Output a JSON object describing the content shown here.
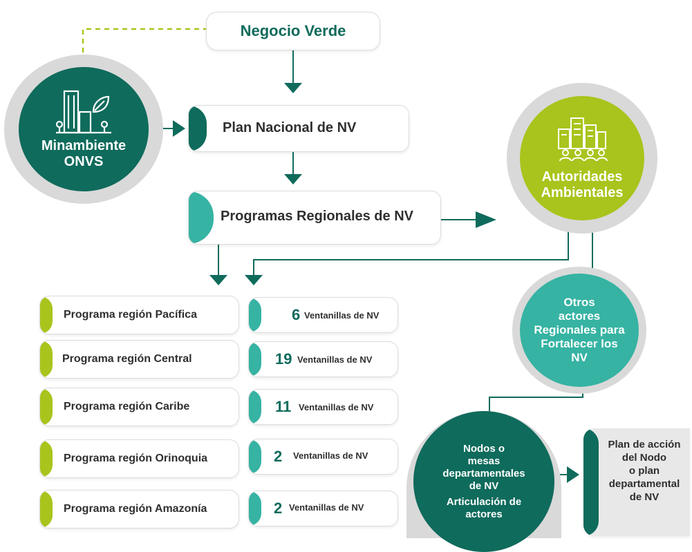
{
  "colors": {
    "dark_teal": "#0f6b5c",
    "mid_teal": "#36b3a3",
    "lime": "#a9c41c",
    "gray_ring": "#d9d9d9",
    "dashed": "#a9c41c"
  },
  "top": {
    "title": "Negocio Verde"
  },
  "minambiente": {
    "line1": "Minambiente",
    "line2": "ONVS",
    "icon": "building-leaf-icon"
  },
  "plan_nacional": {
    "label": "Plan Nacional de NV"
  },
  "programas_regionales": {
    "label": "Programas Regionales de NV"
  },
  "autoridades": {
    "line1": "Autoridades",
    "line2": "Ambientales",
    "icon": "city-people-icon"
  },
  "otros": {
    "line1": "Otros",
    "line2": "actores",
    "line3": "Regionales para",
    "line4": "Fortalecer los",
    "line5": "NV"
  },
  "nodos": {
    "line1": "Nodos o",
    "line2": "mesas",
    "line3": "departamentales",
    "line4": "de NV",
    "line5": "Articulación de",
    "line6": "actores"
  },
  "plan_accion": {
    "line1": "Plan de acción",
    "line2": "del Nodo",
    "line3": "o plan",
    "line4": "departamental",
    "line5": "de NV"
  },
  "regions": [
    {
      "program": "Programa región Pacífica",
      "count": "6",
      "ventanillas": "Ventanillas de NV"
    },
    {
      "program": "Programa región Central",
      "count": "19",
      "ventanillas": "Ventanillas de NV"
    },
    {
      "program": "Programa región Caribe",
      "count": "11",
      "ventanillas": "Ventanillas de NV"
    },
    {
      "program": "Programa región Orinoquia",
      "count": "2",
      "ventanillas": "Ventanillas de NV"
    },
    {
      "program": "Programa región Amazonía",
      "count": "2",
      "ventanillas": "Ventanillas de NV"
    }
  ]
}
